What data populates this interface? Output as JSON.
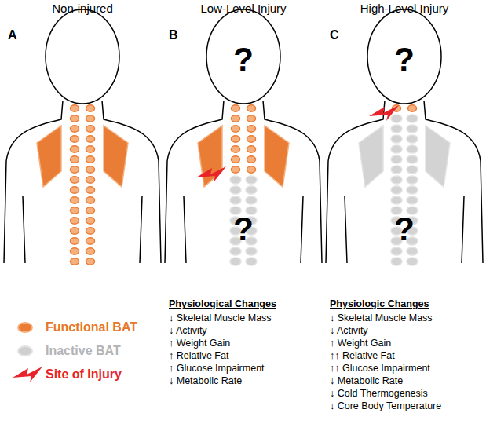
{
  "diagram": {
    "labels": [
      "Non-injured",
      "Low-Level Injury",
      "High-Level Injury",
      "A",
      "B",
      "C",
      "?",
      "?",
      "?",
      "?",
      "Physiological Changes",
      "↓ Skeletal Muscle Mass",
      "↓ Activity",
      "↑ Weight Gain",
      "↑ Relative Fat",
      "↑ Glucose Impairment",
      "↓ Metabolic Rate",
      "Physiologic Changes",
      "↓ Skeletal Muscle Mass",
      "↓ Activity",
      "↑ Weight Gain",
      "↑↑ Relative Fat",
      "↑↑ Glucose Impairment",
      "↓ Metabolic Rate",
      "↓ Cold Thermogenesis",
      "↓ Core Body Temperature"
    ],
    "legend": [
      {
        "text": "Functional BAT",
        "color": "#e97d36"
      },
      {
        "text": "Inactive BAT",
        "color": "#cfcfcf"
      },
      {
        "text": "Site of Injury"
      }
    ]
  }
}
